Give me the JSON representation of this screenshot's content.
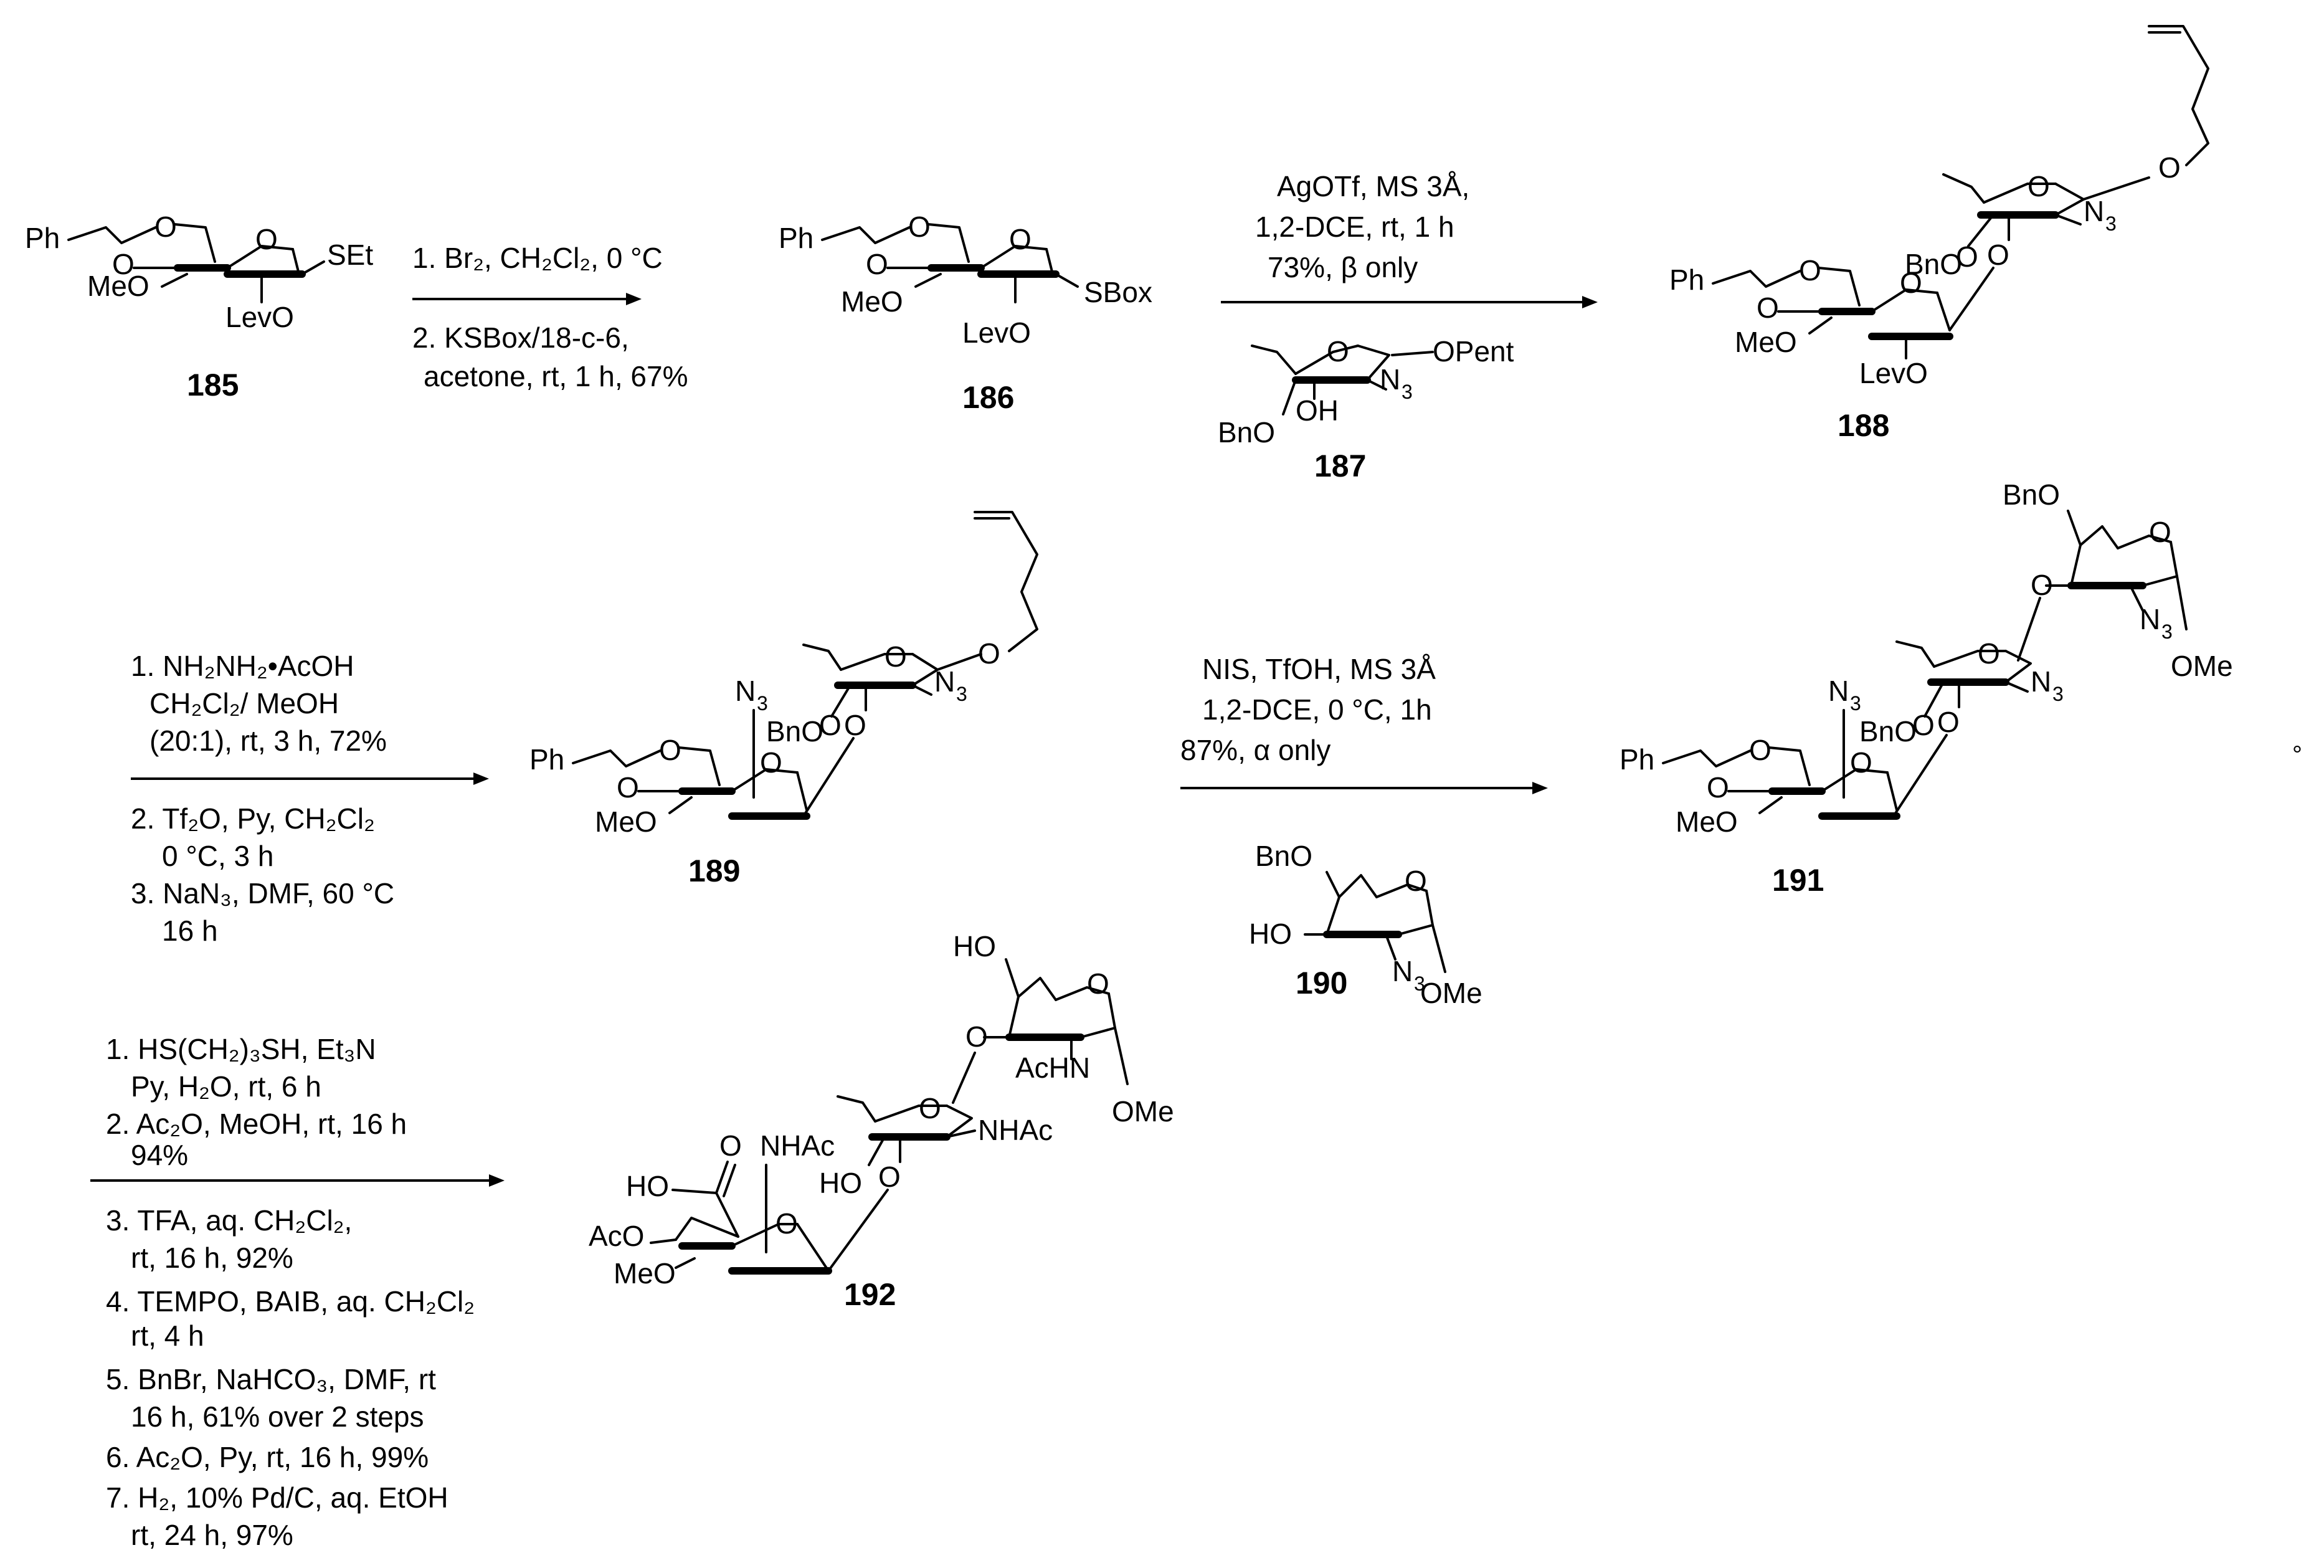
{
  "compounds": {
    "c185": "185",
    "c186": "186",
    "c187": "187",
    "c188": "188",
    "c189": "189",
    "c190": "190",
    "c191": "191",
    "c192": "192"
  },
  "atoms": {
    "ph": "Ph",
    "o": "O",
    "meo": "MeO",
    "levo": "LevO",
    "set": "SEt",
    "sbox": "SBox",
    "bno": "BnO",
    "oh": "OH",
    "ho": "HO",
    "opent": "OPent",
    "n3": "N",
    "n3_sub": "3",
    "ome": "OMe",
    "nhac": "NHAc",
    "achn": "AcHN",
    "aco": "AcO"
  },
  "conditions": {
    "step1": [
      "1. Br₂, CH₂Cl₂, 0 °C",
      "2. KSBox/18-c-6,",
      "acetone, rt, 1 h, 67%"
    ],
    "step2": [
      "AgOTf, MS 3Å,",
      "1,2-DCE, rt, 1 h",
      "73%, β only"
    ],
    "step3_above": [
      "1. NH₂NH₂•AcOH",
      "CH₂Cl₂/ MeOH",
      "(20:1), rt, 3 h, 72%"
    ],
    "step3_below": [
      "2. Tf₂O, Py, CH₂Cl₂",
      "0 °C, 3 h",
      "3. NaN₃, DMF, 60 °C",
      "16 h"
    ],
    "step4": [
      "NIS, TfOH, MS 3Å",
      "1,2-DCE, 0 °C, 1h",
      "87%, α only"
    ],
    "step5_above": [
      "1. HS(CH₂)₃SH, Et₃N",
      "Py, H₂O, rt, 6 h",
      "2. Ac₂O, MeOH, rt, 16 h",
      "94%"
    ],
    "step5_below": [
      "3. TFA, aq. CH₂Cl₂,",
      "rt, 16 h, 92%",
      "4. TEMPO, BAIB, aq. CH₂Cl₂",
      "rt, 4 h",
      "5. BnBr, NaHCO₃, DMF, rt",
      "16 h, 61% over 2 steps",
      "6. Ac₂O, Py, rt, 16 h, 99%",
      "7. H₂, 10% Pd/C, aq. EtOH",
      "rt, 24 h, 97%"
    ]
  },
  "stray_mark": "°"
}
